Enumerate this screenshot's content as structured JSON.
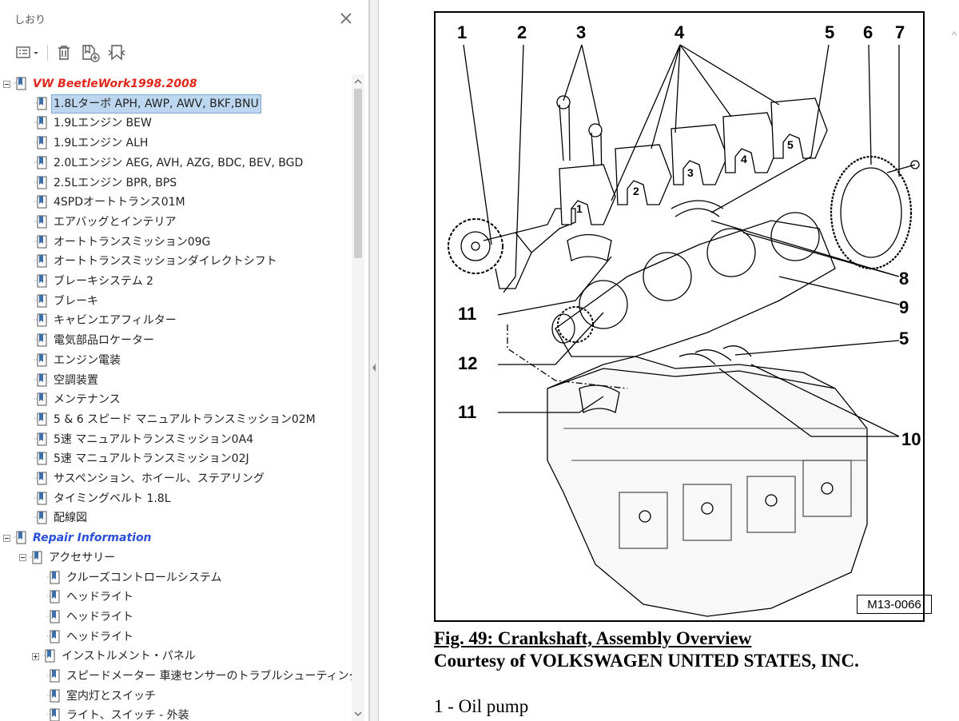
{
  "panel": {
    "title": "しおり",
    "toolbar": [
      "options-menu",
      "delete",
      "new-bookmark",
      "expand-bookmark"
    ]
  },
  "tree": [
    {
      "label": "VW BeetleWork1998.2008",
      "level": 0,
      "toggle": "minus",
      "style": "top",
      "color": "#e2261c"
    },
    {
      "label": "1.8Lターボ APH, AWP, AWV, BKF,BNU",
      "level": 1,
      "selected": true
    },
    {
      "label": "1.9Lエンジン BEW",
      "level": 1
    },
    {
      "label": "1.9Lエンジン ALH",
      "level": 1
    },
    {
      "label": "2.0Lエンジン AEG, AVH, AZG, BDC, BEV, BGD",
      "level": 1
    },
    {
      "label": "2.5Lエンジン BPR, BPS",
      "level": 1
    },
    {
      "label": "4SPDオートトランス01M",
      "level": 1
    },
    {
      "label": "エアバッグとインテリア",
      "level": 1
    },
    {
      "label": "オートトランスミッション09G",
      "level": 1
    },
    {
      "label": "オートトランスミッションダイレクトシフト",
      "level": 1
    },
    {
      "label": "ブレーキシステム 2",
      "level": 1
    },
    {
      "label": "ブレーキ",
      "level": 1
    },
    {
      "label": "キャビンエアフィルター",
      "level": 1
    },
    {
      "label": "電気部品ロケーター",
      "level": 1
    },
    {
      "label": "エンジン電装",
      "level": 1
    },
    {
      "label": "空調装置",
      "level": 1
    },
    {
      "label": "メンテナンス",
      "level": 1
    },
    {
      "label": "5 & 6 スピード マニュアルトランスミッション02M",
      "level": 1
    },
    {
      "label": "5速 マニュアルトランスミッション0A4",
      "level": 1
    },
    {
      "label": "5速 マニュアルトランスミッション02J",
      "level": 1
    },
    {
      "label": "サスペンション、ホイール、ステアリング",
      "level": 1
    },
    {
      "label": "タイミングベルト 1.8L",
      "level": 1
    },
    {
      "label": "配線図",
      "level": 1
    },
    {
      "label": "Repair Information",
      "level": 0,
      "toggle": "minus",
      "style": "top",
      "color": "#2a4fd8"
    },
    {
      "label": "アクセサリー",
      "level": 1,
      "toggle": "minus"
    },
    {
      "label": "クルーズコントロールシステム",
      "level": 2
    },
    {
      "label": "ヘッドライト",
      "level": 2
    },
    {
      "label": "ヘッドライト",
      "level": 2
    },
    {
      "label": "ヘッドライト",
      "level": 2
    },
    {
      "label": "インストルメント・パネル",
      "level": 2,
      "toggle": "plus"
    },
    {
      "label": "スピードメーター 車速センサーのトラブルシューティング",
      "level": 2
    },
    {
      "label": "室内灯とスイッチ",
      "level": 2
    },
    {
      "label": "ライト、スイッチ - 外装",
      "level": 2
    }
  ],
  "doc": {
    "callouts": [
      "1",
      "2",
      "3",
      "4",
      "5",
      "6",
      "7",
      "8",
      "9",
      "11",
      "5",
      "12",
      "11",
      "10"
    ],
    "bearing_numbers": [
      "1",
      "2",
      "3",
      "4",
      "5"
    ],
    "fig_code": "M13-0066",
    "caption_title": "Fig. 49: Crankshaft, Assembly Overview",
    "caption_credit": "Courtesy of VOLKSWAGEN UNITED STATES, INC.",
    "first_item": "1 - Oil pump"
  },
  "colors": {
    "selection": "#bcd7ef",
    "bookmark_icon": "#3d6ea8"
  }
}
